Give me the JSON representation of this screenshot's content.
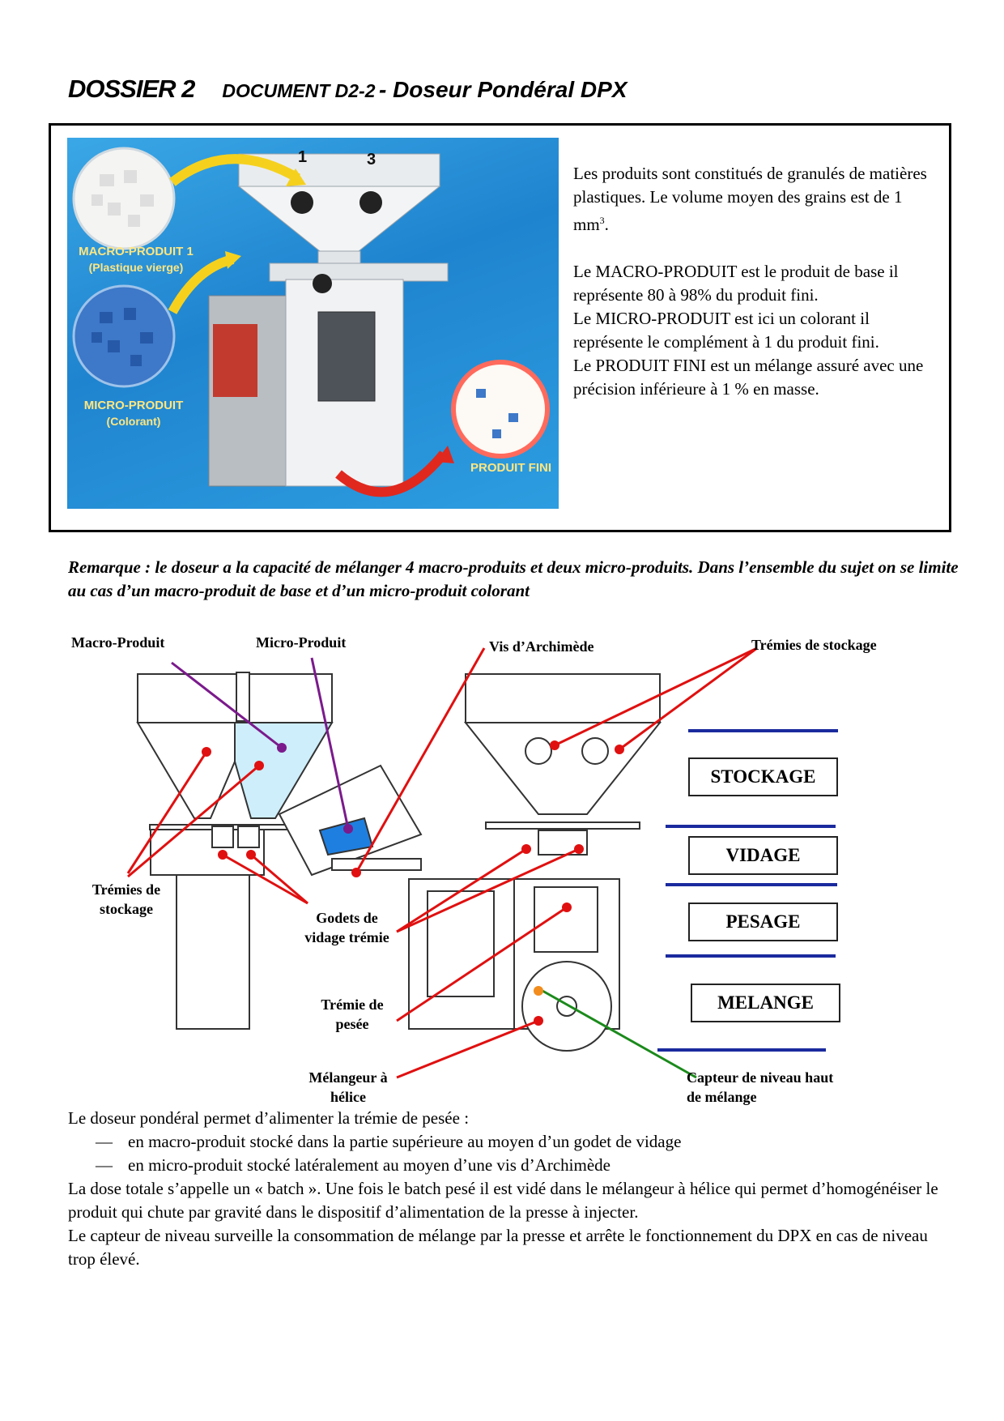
{
  "header": {
    "dossier": "DOSSIER 2",
    "document": "DOCUMENT D2-2",
    "title": "- Doseur Pondéral DPX"
  },
  "photo": {
    "num1": "1",
    "num3": "3",
    "macro_line1": "MACRO-PRODUIT 1",
    "macro_line2": "(Plastique vierge)",
    "micro_line1": "MICRO-PRODUIT",
    "micro_line2": "(Colorant)",
    "fini": "PRODUIT FINI"
  },
  "intro": {
    "p1_a": "Les produits sont constitués de granulés de matières plastiques. Le volume moyen des grains est de 1 mm",
    "p1_sup": "3",
    "p1_b": ".",
    "p2": "Le MACRO-PRODUIT est le produit de base il représente 80 à 98% du produit fini.",
    "p3": "Le MICRO-PRODUIT est ici un colorant il représente le complément à 1 du produit fini.",
    "p4": "Le PRODUIT FINI est un mélange assuré avec une précision inférieure à 1 % en masse."
  },
  "remark": "Remarque : le doseur a la capacité de mélanger 4 macro-produits et deux micro-produits. Dans l’ensemble du sujet on se limite au cas d’un macro-produit de base et d’un micro-produit colorant",
  "diagram": {
    "labels": {
      "macro": "Macro-Produit",
      "micro": "Micro-Produit",
      "vis": "Vis d’Archimède",
      "tremies_top": "Trémies de stockage",
      "tremies_left_1": "Trémies de",
      "tremies_left_2": "stockage",
      "godets_1": "Godets de",
      "godets_2": "vidage trémie",
      "pesee_1": "Trémie de",
      "pesee_2": "pesée",
      "melangeur_1": "Mélangeur à",
      "melangeur_2": "hélice",
      "capteur_1": "Capteur de niveau haut",
      "capteur_2": "de mélange"
    },
    "stages": [
      "STOCKAGE",
      "VIDAGE",
      "PESAGE",
      "MELANGE"
    ],
    "colors": {
      "pointer": "#e01010",
      "micro_pointer": "#7b1a8c",
      "sensor_pointer": "#1b8a1b",
      "stage_line": "#1a2a9e"
    }
  },
  "body": {
    "p1": "Le doseur pondéral permet d’alimenter la trémie de pesée :",
    "dash": "—",
    "li1": "en macro-produit stocké dans la partie supérieure au moyen d’un godet de vidage",
    "li2": "en micro-produit stocké latéralement au moyen d’une vis d’Archimède",
    "p2": "La dose totale s’appelle un « batch ». Une fois le batch pesé il est vidé dans le mélangeur à hélice qui permet d’homogénéiser le produit qui chute par gravité dans le dispositif d’alimentation de la presse à injecter.",
    "p3": "Le capteur de niveau surveille la consommation de mélange par la presse et arrête le fonctionnement du DPX en cas de niveau trop élevé."
  }
}
